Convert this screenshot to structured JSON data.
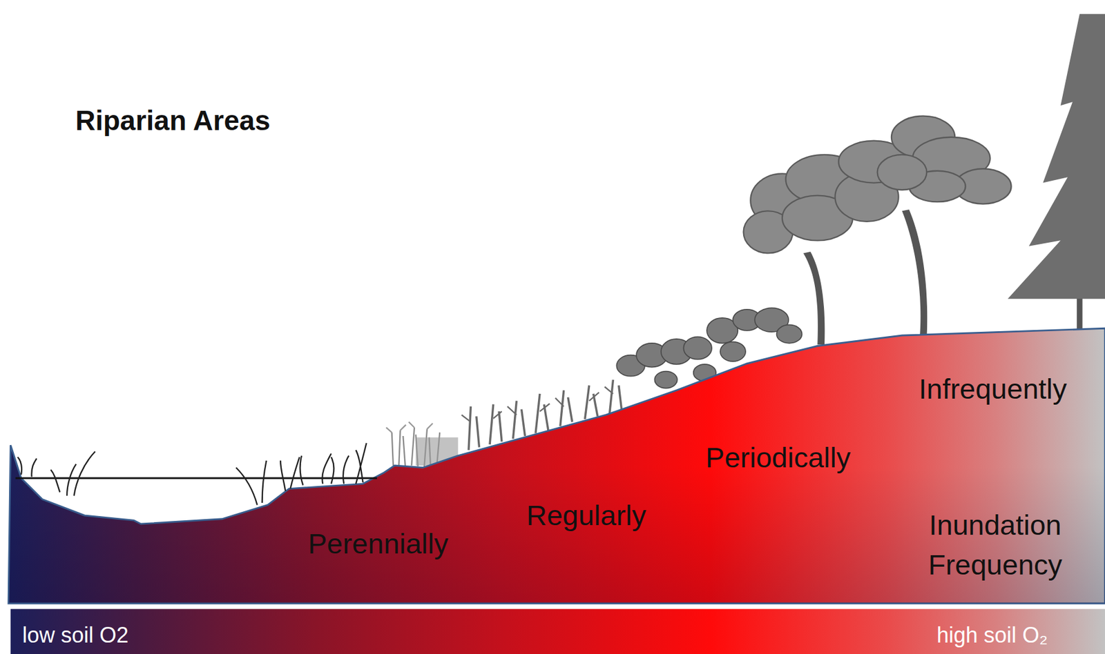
{
  "diagram": {
    "title": "Riparian Areas",
    "labels": [
      "Perennially",
      "Regularly",
      "Periodically",
      "Infrequently",
      "Inundation Frequency",
      "low soil O2",
      "high soil O₂"
    ]
  }
}
